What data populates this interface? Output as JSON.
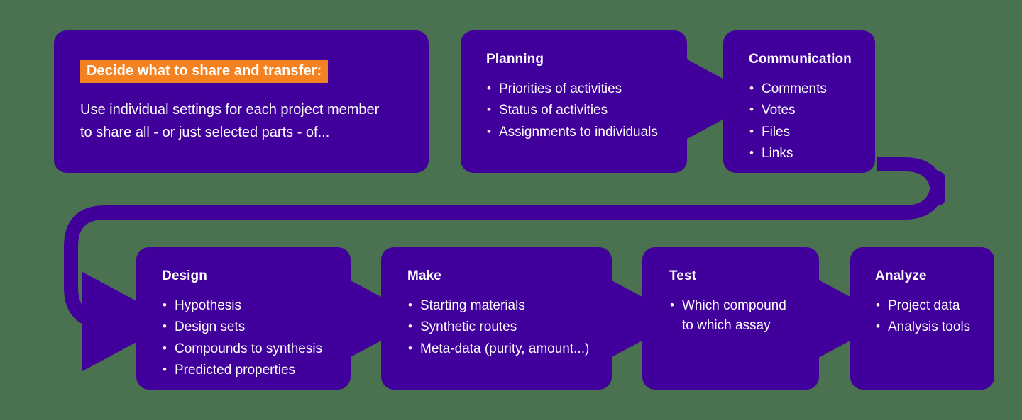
{
  "diagram": {
    "title": "Project data sharing and DMTA cycle flow",
    "background_color": "#4a7150",
    "card_color": "#41009c",
    "accent_color": "#f58220",
    "text_color": "#ffffff",
    "connector_color": "#41009c"
  },
  "cards": {
    "share": {
      "highlight_title": "Decide what to share and transfer:",
      "body_line_1": "Use individual settings for each project member",
      "body_line_2": "to share all - or just selected parts - of..."
    },
    "planning": {
      "title": "Planning",
      "bullets": [
        "Priorities of activities",
        "Status of activities",
        "Assignments to individuals"
      ]
    },
    "communication": {
      "title": "Communication",
      "bullets": [
        "Comments",
        "Votes",
        "Files",
        "Links"
      ]
    },
    "design": {
      "title": "Design",
      "bullets": [
        "Hypothesis",
        "Design sets",
        "Compounds to synthesis",
        "Predicted properties"
      ]
    },
    "make": {
      "title": "Make",
      "bullets": [
        "Starting materials",
        "Synthetic routes",
        "Meta-data (purity, amount...)"
      ]
    },
    "test": {
      "title": "Test",
      "bullets_multiline": [
        {
          "line1": "Which compound",
          "line2": "to which assay"
        }
      ]
    },
    "analyze": {
      "title": "Analyze",
      "bullets": [
        "Project data",
        "Analysis tools"
      ]
    }
  },
  "connectors": {
    "planning_to_communication": "arrow-right",
    "communication_to_design": "arrow-loop-around-left",
    "design_to_make": "arrow-right",
    "make_to_test": "arrow-right",
    "test_to_analyze": "arrow-right"
  }
}
